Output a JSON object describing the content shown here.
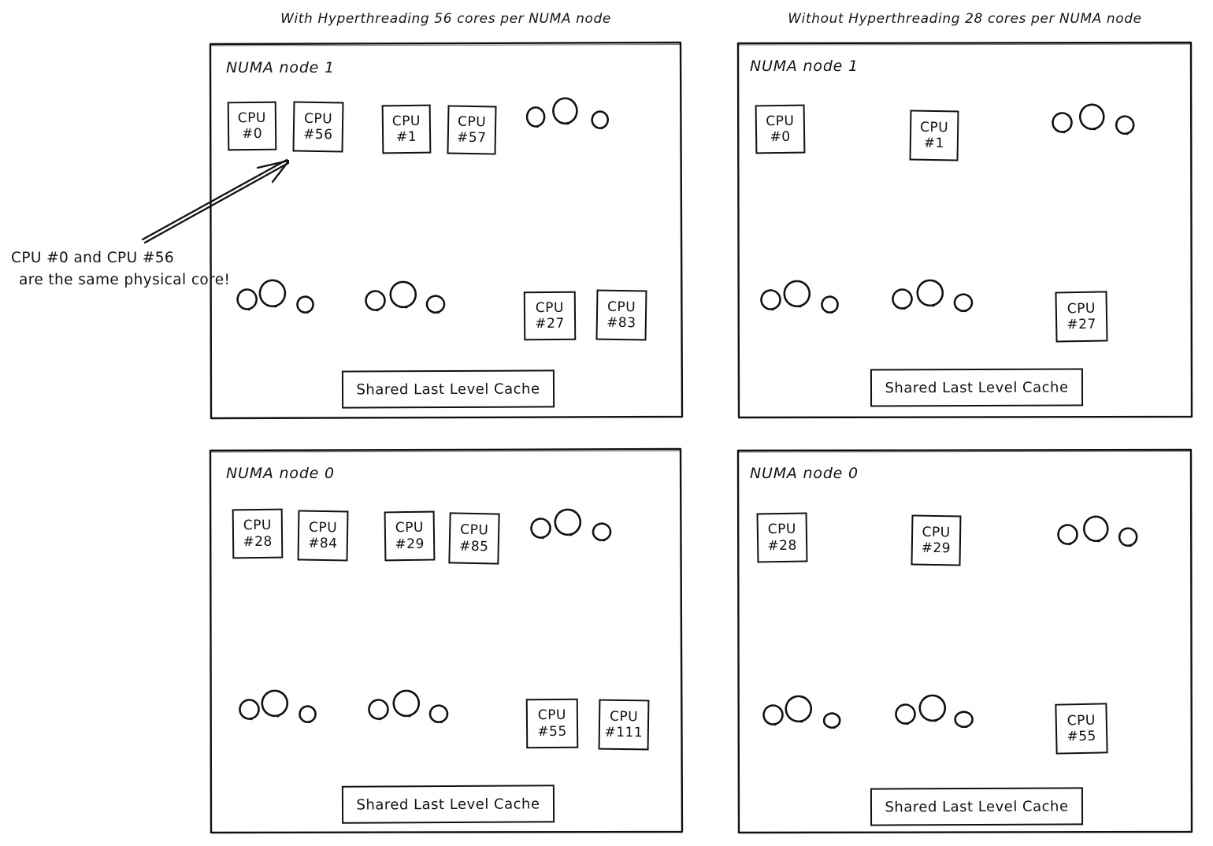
{
  "titles": {
    "left": "With Hyperthreading 56 cores per NUMA node",
    "right": "Without Hyperthreading 28 cores per NUMA node"
  },
  "annotation": {
    "line1": "CPU #0 and CPU #56",
    "line2": "are the same physical core!"
  },
  "labels": {
    "cpu": "CPU",
    "cache": "Shared Last Level Cache",
    "node1": "NUMA node 1",
    "node0": "NUMA node 0"
  },
  "panels": [
    {
      "id": "left-top",
      "node_label": "NUMA node 1",
      "cache_label": "Shared Last Level Cache",
      "cpus_top": [
        "#0",
        "#56",
        "#1",
        "#57"
      ],
      "cpus_bottom": [
        "#27",
        "#83"
      ]
    },
    {
      "id": "right-top",
      "node_label": "NUMA node 1",
      "cache_label": "Shared Last Level Cache",
      "cpus_top": [
        "#0",
        "#1"
      ],
      "cpus_bottom": [
        "#27"
      ]
    },
    {
      "id": "left-bottom",
      "node_label": "NUMA node 0",
      "cache_label": "Shared Last Level Cache",
      "cpus_top": [
        "#28",
        "#84",
        "#29",
        "#85"
      ],
      "cpus_bottom": [
        "#55",
        "#111"
      ]
    },
    {
      "id": "right-bottom",
      "node_label": "NUMA node 0",
      "cache_label": "Shared Last Level Cache",
      "cpus_top": [
        "#28",
        "#29"
      ],
      "cpus_bottom": [
        "#55"
      ]
    }
  ],
  "cpu_boxes": [
    {
      "name": "cpu-box-lt-0",
      "top": "CPU",
      "num": "#0"
    },
    {
      "name": "cpu-box-lt-56",
      "top": "CPU",
      "num": "#56"
    },
    {
      "name": "cpu-box-lt-1",
      "top": "CPU",
      "num": "#1"
    },
    {
      "name": "cpu-box-lt-57",
      "top": "CPU",
      "num": "#57"
    },
    {
      "name": "cpu-box-lt-27",
      "top": "CPU",
      "num": "#27"
    },
    {
      "name": "cpu-box-lt-83",
      "top": "CPU",
      "num": "#83"
    },
    {
      "name": "cpu-box-rt-0",
      "top": "CPU",
      "num": "#0"
    },
    {
      "name": "cpu-box-rt-1",
      "top": "CPU",
      "num": "#1"
    },
    {
      "name": "cpu-box-rt-27",
      "top": "CPU",
      "num": "#27"
    },
    {
      "name": "cpu-box-lb-28",
      "top": "CPU",
      "num": "#28"
    },
    {
      "name": "cpu-box-lb-84",
      "top": "CPU",
      "num": "#84"
    },
    {
      "name": "cpu-box-lb-29",
      "top": "CPU",
      "num": "#29"
    },
    {
      "name": "cpu-box-lb-85",
      "top": "CPU",
      "num": "#85"
    },
    {
      "name": "cpu-box-lb-55",
      "top": "CPU",
      "num": "#55"
    },
    {
      "name": "cpu-box-lb-111",
      "top": "CPU",
      "num": "#111"
    },
    {
      "name": "cpu-box-rb-28",
      "top": "CPU",
      "num": "#28"
    },
    {
      "name": "cpu-box-rb-29",
      "top": "CPU",
      "num": "#29"
    },
    {
      "name": "cpu-box-rb-55",
      "top": "CPU",
      "num": "#55"
    }
  ],
  "colors": {
    "ink": "#111111",
    "background": "#ffffff"
  }
}
